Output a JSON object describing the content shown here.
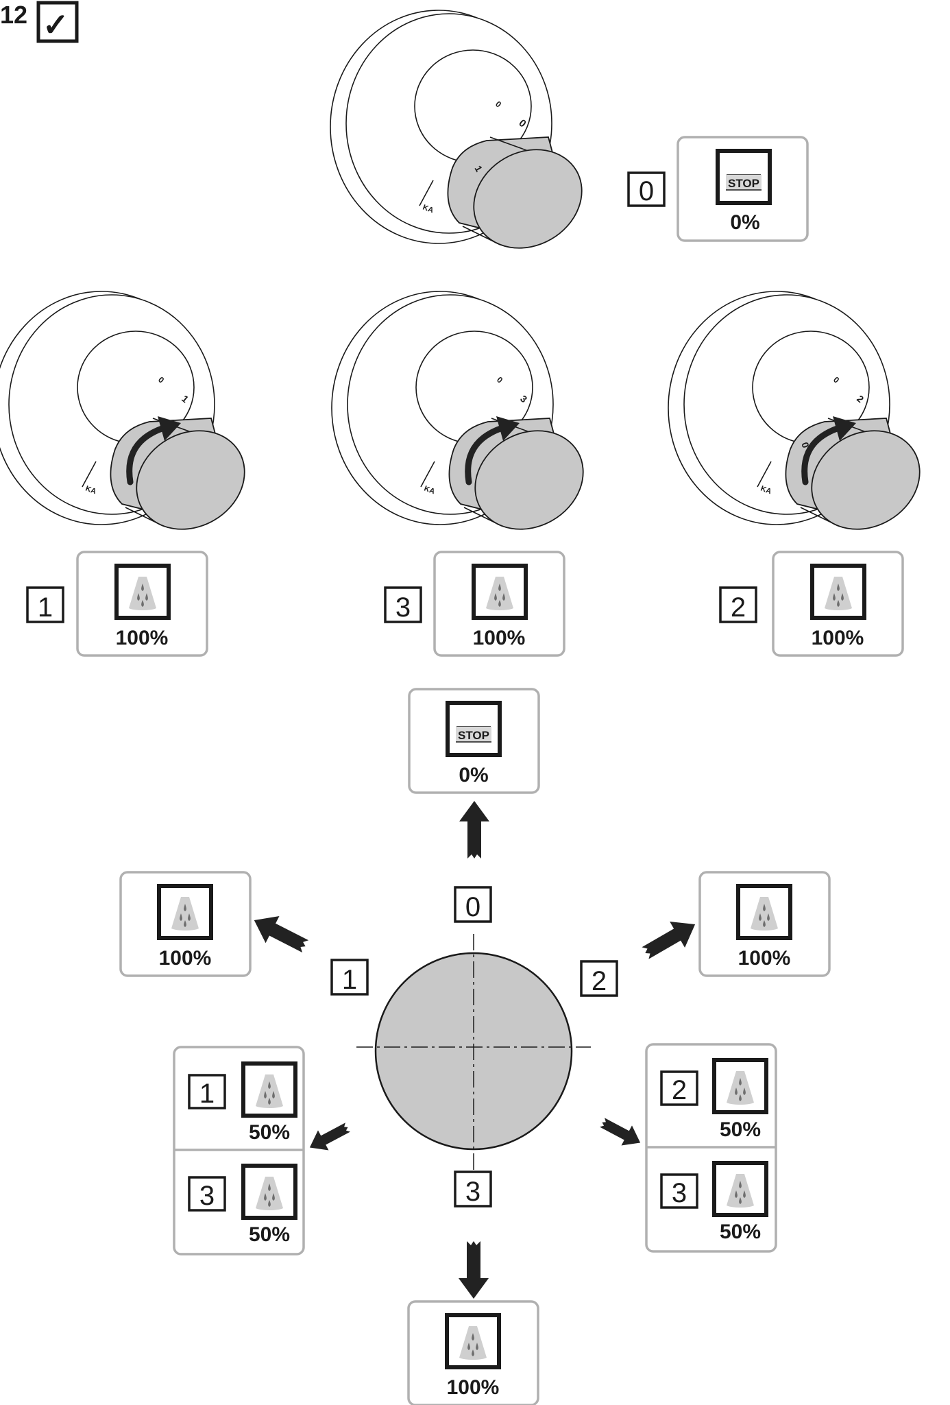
{
  "header": {
    "figure_number": "12",
    "check_mark": "✓"
  },
  "top": {
    "dial_labels": [
      "0",
      "0",
      "1"
    ],
    "position": "0",
    "stop_text": "STOP",
    "percent": "0%"
  },
  "row": [
    {
      "dial_labels": [
        "0",
        "1"
      ],
      "position": "1",
      "percent": "100%"
    },
    {
      "dial_labels": [
        "0",
        "3"
      ],
      "position": "3",
      "percent": "100%"
    },
    {
      "dial_labels": [
        "0",
        "2",
        "0"
      ],
      "position": "2",
      "percent": "100%"
    }
  ],
  "schema": {
    "top": {
      "stop_text": "STOP",
      "percent": "0%",
      "position": "0"
    },
    "left": {
      "percent": "100%",
      "position": "1"
    },
    "right": {
      "percent": "100%",
      "position": "2"
    },
    "bottom": {
      "percent": "100%",
      "position": "3"
    },
    "lower_left": [
      {
        "position": "1",
        "percent": "50%"
      },
      {
        "position": "3",
        "percent": "50%"
      }
    ],
    "lower_right": [
      {
        "position": "2",
        "percent": "50%"
      },
      {
        "position": "3",
        "percent": "50%"
      }
    ]
  },
  "icons": [
    "check-icon",
    "stop-icon",
    "shower-spray-icon",
    "rotate-arrow-icon",
    "direction-arrow-icon"
  ],
  "colors": {
    "knob_fill": "#c8c8c8",
    "outline": "#1a1a1a",
    "panel_border": "#b0b0b0",
    "arrow": "#222222"
  }
}
